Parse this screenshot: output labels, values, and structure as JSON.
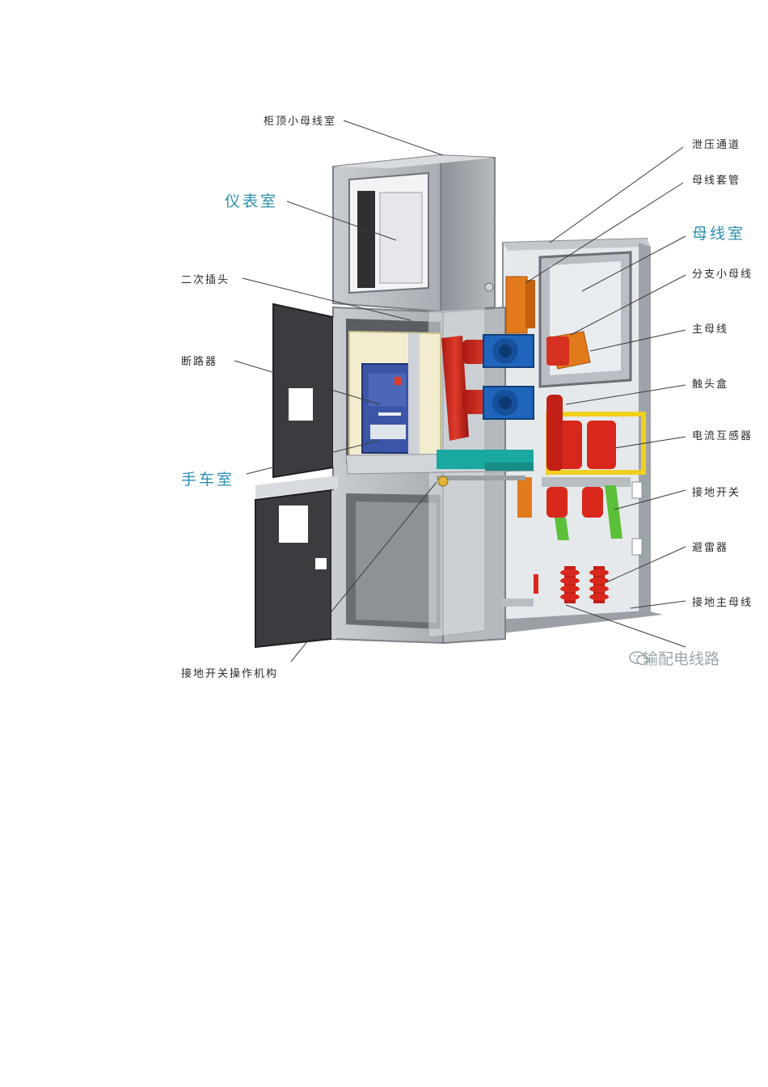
{
  "labels": {
    "gui_ding": "柜顶小母线室",
    "yibiao": "仪表室",
    "erci": "二次插头",
    "duanluqi": "断路器",
    "shouche": "手车室",
    "jiedi_caozuo": "接地开关操作机构",
    "xieya": "泄压通道",
    "muxian_taoguan": "母线套管",
    "muxian_shi": "母线室",
    "fenzhi": "分支小母线",
    "zhu_muxian": "主母线",
    "chutou": "触头盒",
    "dianliu": "电流互感器",
    "jiedi_kaiguan": "接地开关",
    "bileiqi": "避雷器",
    "jiedi_zhu": "接地主母线"
  },
  "watermark": {
    "text": "输配电线路",
    "icon": "wechat-icon"
  },
  "colors": {
    "label_text": "#2a2a2a",
    "section_label": "#2b8fb3",
    "cabinet_frame": "#9aa0a6",
    "door_dark": "#3a3c40",
    "copper": "#e07a1f",
    "red": "#c82820",
    "blue": "#1e63b8",
    "yellow": "#f0d020",
    "green": "#5cc03a",
    "teal": "#19a8a0"
  }
}
